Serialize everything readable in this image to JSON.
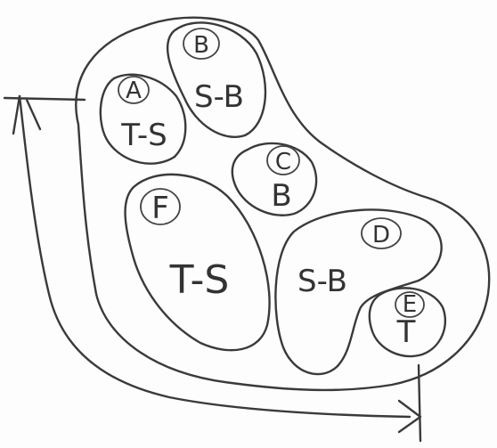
{
  "nodes": {
    "A": {
      "letter": "A",
      "attr": "T-S"
    },
    "B": {
      "letter": "B",
      "attr": "S-B"
    },
    "C": {
      "letter": "C",
      "attr": "B"
    },
    "D": {
      "letter": "D",
      "attr": "S-B"
    },
    "E": {
      "letter": "E",
      "attr": "T"
    },
    "F": {
      "letter": "F",
      "attr": "T-S"
    }
  },
  "colors": {
    "ink": "#3a3a3a",
    "paper": "#fdfdfd"
  }
}
